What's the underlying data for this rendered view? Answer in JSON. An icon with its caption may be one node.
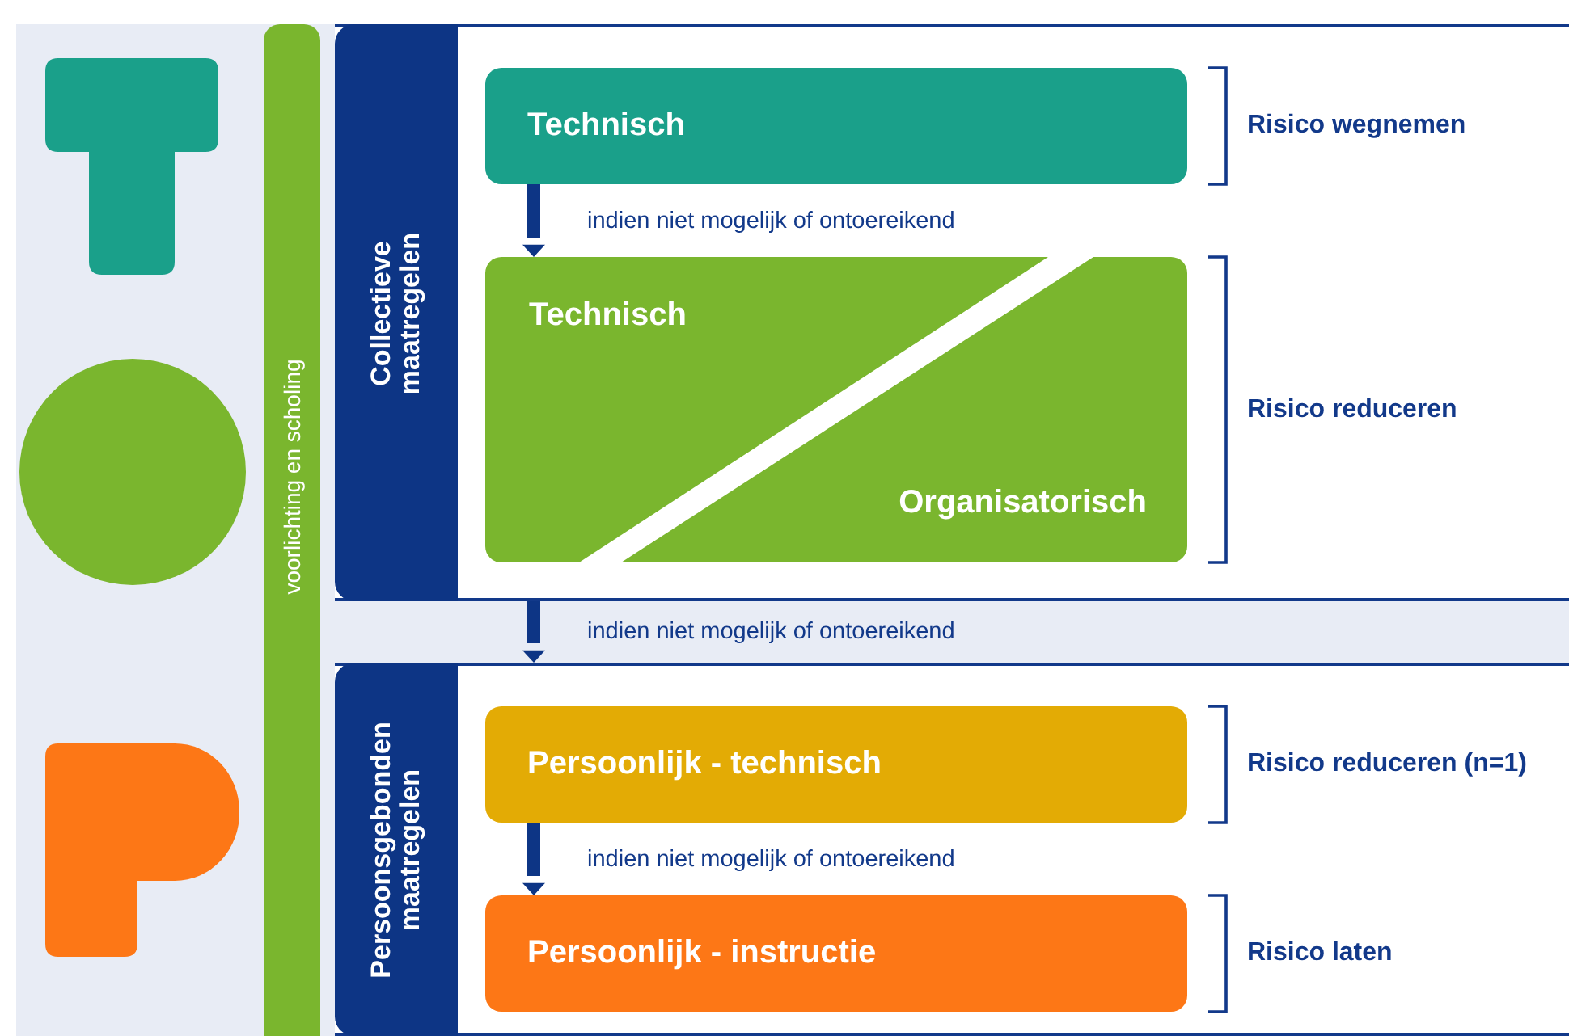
{
  "diagram": {
    "nodes": [
      {
        "text": [
          "Collectieve maatregelen"
        ]
      },
      {
        "text": [
          "Technisch"
        ],
        "in": 0,
        "beside": [
          "Risico wegnemen"
        ]
      },
      {
        "text": [
          "Technisch",
          "Organisatorisch"
        ],
        "in": 0,
        "beside": [
          "Risico reduceren"
        ]
      },
      {
        "text": [
          "Persoonsgebonden maatregelen"
        ]
      },
      {
        "text": [
          "Persoonlijk - technisch"
        ],
        "in": 3,
        "beside": [
          "Risico reduceren (n=1)"
        ]
      },
      {
        "text": [
          "Persoonlijk - instructie"
        ],
        "in": 3,
        "beside": [
          "Risico laten"
        ]
      },
      {
        "text": [
          "voorlichting en scholing"
        ]
      }
    ],
    "edges": [
      {
        "from": 1,
        "to": 2,
        "arrow": "to",
        "label": "indien niet mogelijk of ontoereikend"
      },
      {
        "from": 0,
        "to": 3,
        "arrow": "to",
        "label": "indien niet mogelijk of ontoereikend"
      },
      {
        "from": 4,
        "to": 5,
        "arrow": "to",
        "label": "indien niet mogelijk of ontoereikend"
      }
    ]
  }
}
